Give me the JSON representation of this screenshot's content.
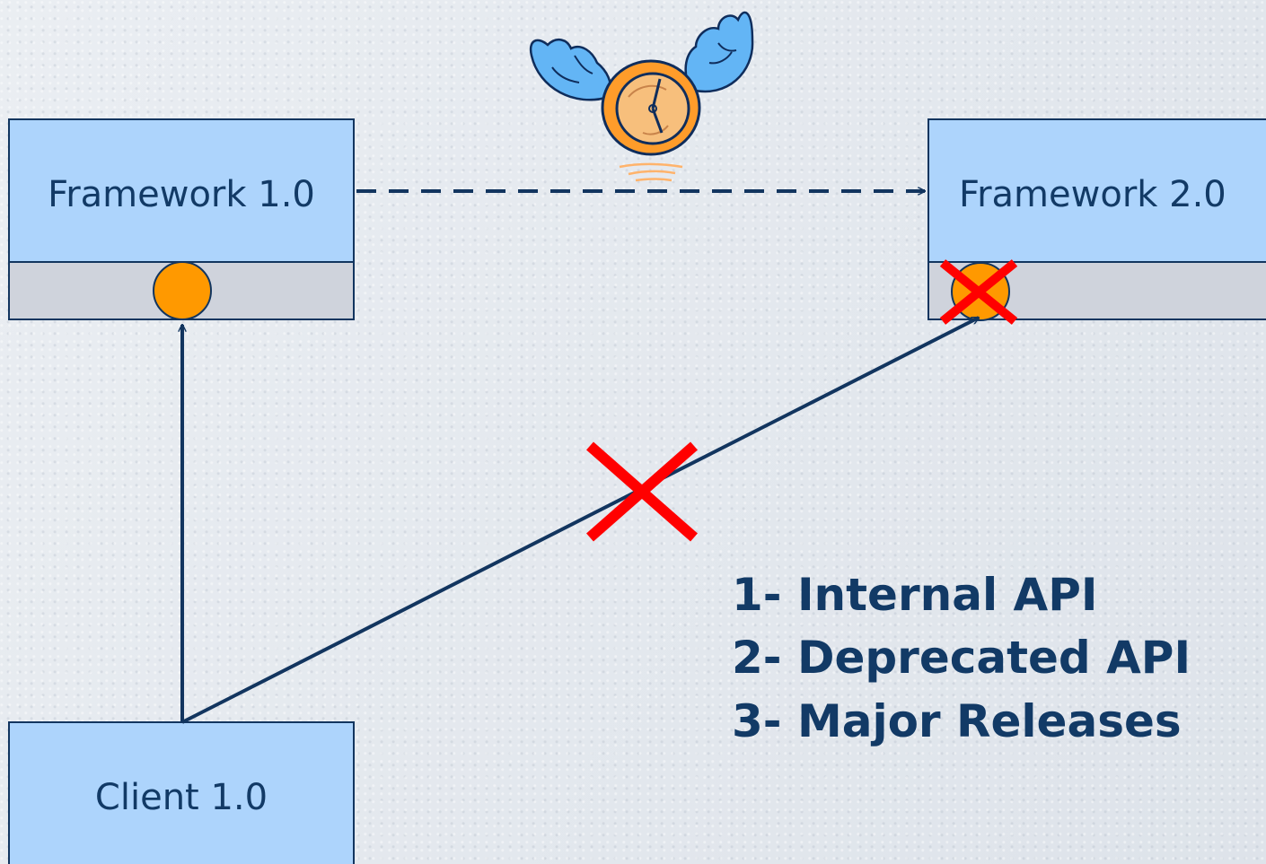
{
  "diagram": {
    "framework_v1": {
      "label": "Framework 1.0"
    },
    "framework_v2": {
      "label": "Framework 2.0"
    },
    "client": {
      "label": "Client 1.0"
    },
    "key_points": [
      "1- Internal API",
      "2- Deprecated API",
      "3- Major Releases"
    ],
    "icons": {
      "winged_clock": "winged-clock-icon",
      "cross_mark": "red-x-icon",
      "interface_port": "interface-circle-icon"
    },
    "colors": {
      "box_fill": "#add4fc",
      "compartment_fill": "#cfd3dc",
      "outline": "#12355f",
      "port_fill": "#ff9900",
      "cross": "#ff0000",
      "text": "#123a66"
    }
  }
}
